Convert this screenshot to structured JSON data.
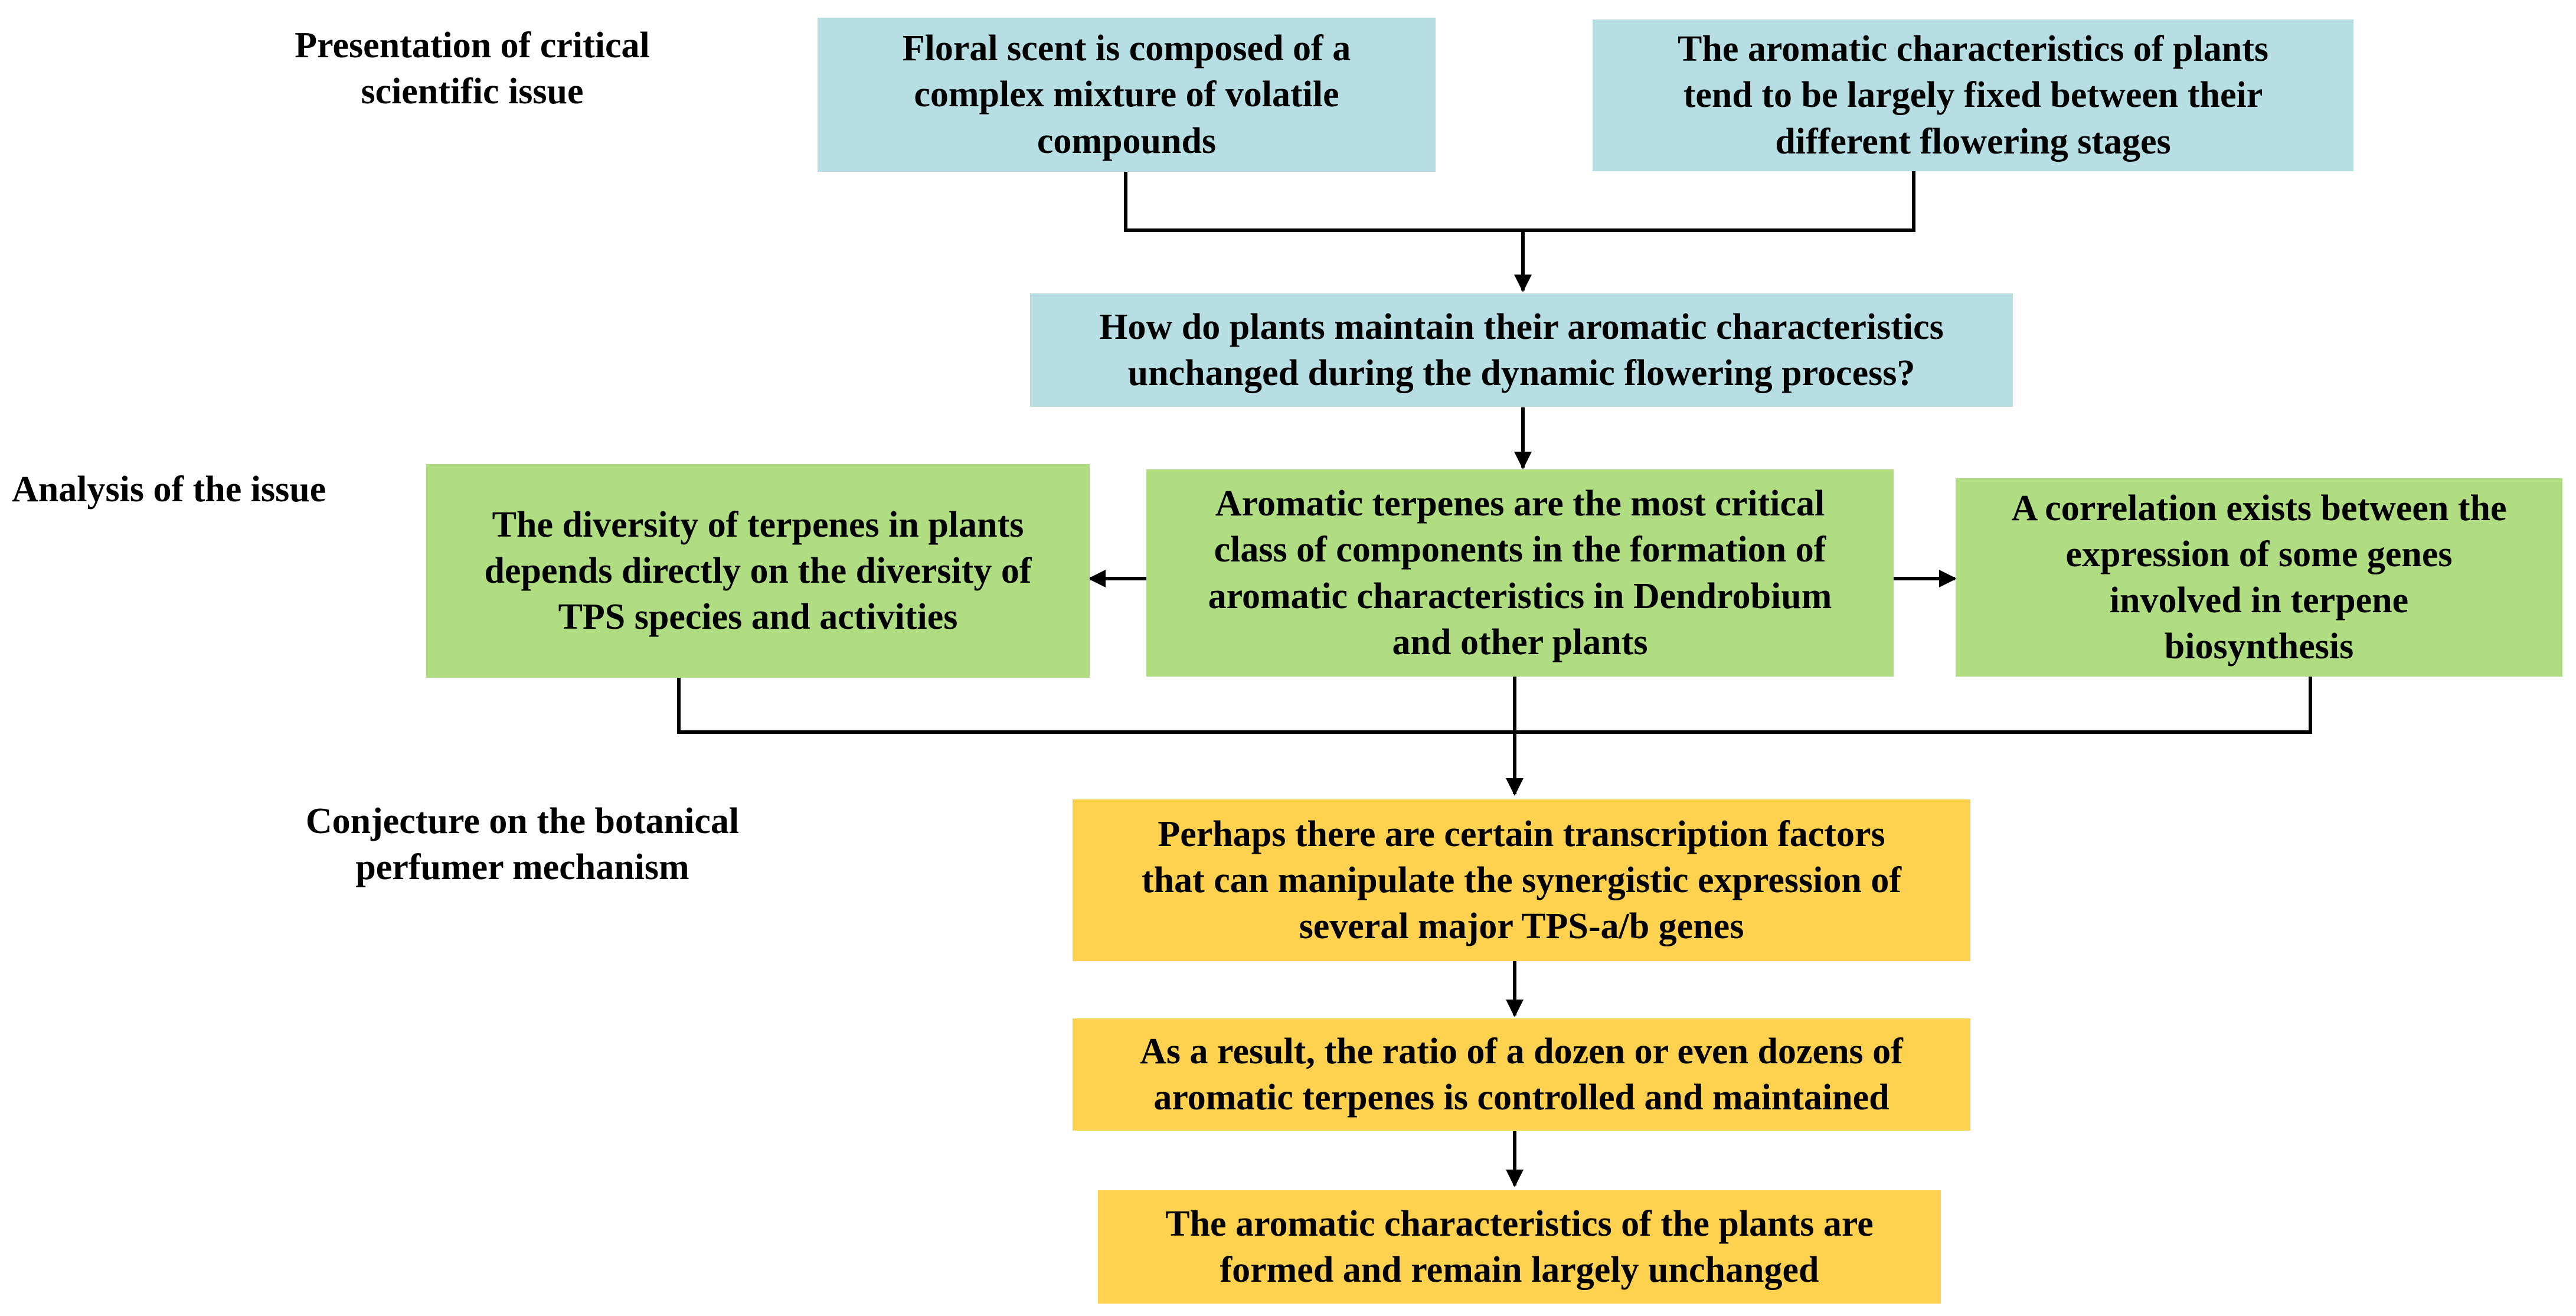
{
  "stages": {
    "presentation": "Presentation of critical\nscientific issue",
    "analysis": "Analysis  of the issue",
    "conjecture": "Conjecture on the botanical\nperfumer mechanism"
  },
  "boxes": {
    "floral_scent": "Floral scent is composed of a\ncomplex mixture of volatile\ncompounds",
    "aromatic_fixed": "The aromatic characteristics of plants\ntend to be largely fixed between their\ndifferent flowering stages",
    "question": "How do plants maintain their aromatic characteristics\nunchanged during the dynamic flowering process?",
    "terpene_diversity": "The diversity of terpenes in plants\ndepends directly on the diversity of\nTPS species and activities",
    "aromatic_terpenes": "Aromatic terpenes are the most critical\nclass of components in the formation of\naromatic characteristics in Dendrobium\nand other plants",
    "correlation": "A correlation exists between the\nexpression of some genes\ninvolved in terpene\nbiosynthesis",
    "transcription": "Perhaps there are certain transcription factors\nthat can manipulate the synergistic expression of\nseveral major TPS-a/b genes",
    "ratio": "As a result, the ratio of a dozen or even dozens of\naromatic terpenes  is controlled and maintained",
    "result": "The aromatic characteristics of the plants are\nformed and remain largely unchanged"
  },
  "colors": {
    "issue": "#b7dfe3",
    "analysis": "#b0dc82",
    "conjecture": "#fed14f"
  }
}
